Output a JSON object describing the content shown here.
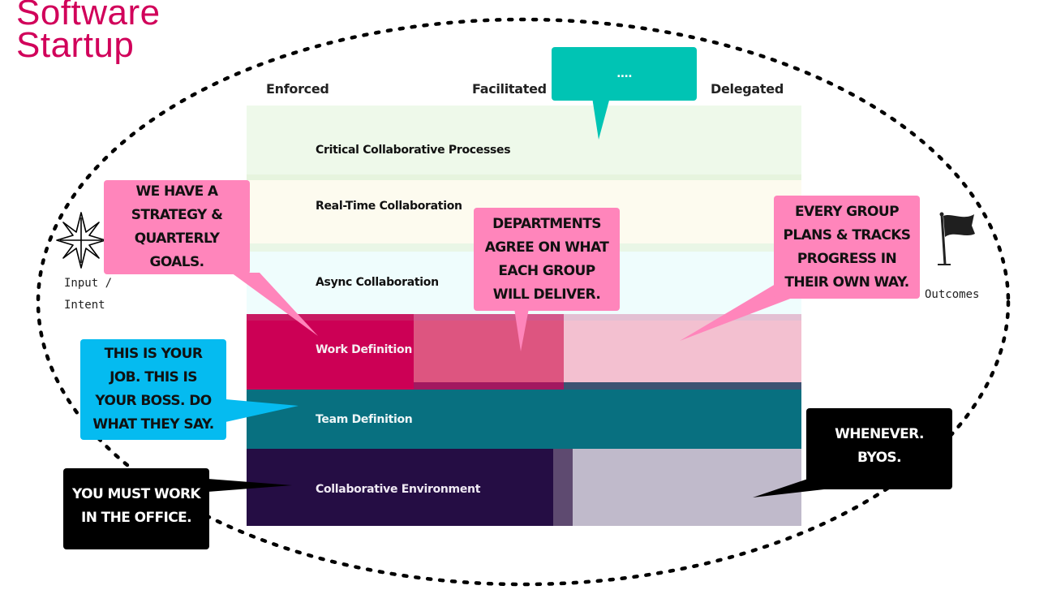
{
  "title": {
    "line1": "Software",
    "line2": "Startup",
    "color": "#d1005a"
  },
  "columns": {
    "enforced": "Enforced",
    "facilitated": "Facilitated",
    "delegated": "Delegated"
  },
  "rows": [
    {
      "label": "Critical Collaborative Processes",
      "color": "#eef9ea"
    },
    {
      "label": "Real-Time Collaboration",
      "color": "#fdfbef"
    },
    {
      "label": "Async Collaboration",
      "color": "#effdfd"
    },
    {
      "label": "Work Definition",
      "colors": [
        "#cc0055",
        "#dd5580",
        "#f3c0d0"
      ]
    },
    {
      "label": "Team Definition",
      "color": "#087080"
    },
    {
      "label": "Collaborative Environment",
      "colors": [
        "#250d44",
        "#5e4a70",
        "#c0bacb"
      ]
    }
  ],
  "side_labels": {
    "input_line1": "Input /",
    "input_line2": "Intent",
    "input_icon": "compass-star-icon",
    "outcomes": "Outcomes",
    "outcomes_icon": "flag-icon"
  },
  "callouts": {
    "teal": "....",
    "strategy": "WE HAVE A\nSTRATEGY &\nQUARTERLY\nGOALS.",
    "departments": "DEPARTMENTS\nAGREE ON WHAT\nEACH GROUP\nWILL DELIVER.",
    "every_group": "EVERY GROUP\nPLANS & TRACKS\nPROGRESS IN\nTHEIR OWN WAY.",
    "your_job": "THIS IS YOUR\nJOB. THIS IS\nYOUR BOSS. DO\nWHAT THEY SAY.",
    "office": "YOU MUST WORK\nIN THE OFFICE.",
    "whenever": "WHENEVER.\nBYOS."
  },
  "colors": {
    "callout_pink": "#ff85bb",
    "callout_cyan": "#05bbf0",
    "callout_teal": "#00c4b4",
    "callout_black": "#000000"
  }
}
